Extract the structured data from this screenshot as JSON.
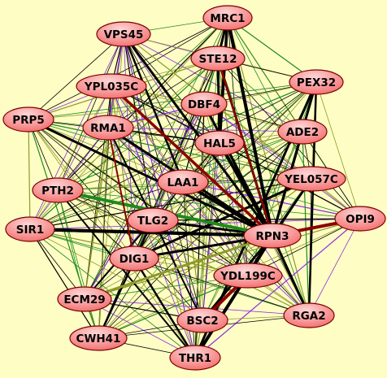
{
  "network": {
    "colors": {
      "background": "#fefec4",
      "node_fill_light": "#ffd6d6",
      "node_fill_dark": "#f26c6c",
      "node_stroke": "#7a0000",
      "edge_black": "#000000",
      "edge_green": "#1d8a1d",
      "edge_darkred": "#8b0000",
      "edge_olive": "#8c9a2a",
      "edge_purple": "#8a2be2"
    },
    "nodes": [
      {
        "id": "MRC1",
        "label": "MRC1"
      },
      {
        "id": "VPS45",
        "label": "VPS45"
      },
      {
        "id": "STE12",
        "label": "STE12"
      },
      {
        "id": "YPL035C",
        "label": "YPL035C"
      },
      {
        "id": "PEX32",
        "label": "PEX32"
      },
      {
        "id": "DBF4",
        "label": "DBF4"
      },
      {
        "id": "PRP5",
        "label": "PRP5"
      },
      {
        "id": "RMA1",
        "label": "RMA1"
      },
      {
        "id": "ADE2",
        "label": "ADE2"
      },
      {
        "id": "HAL5",
        "label": "HAL5"
      },
      {
        "id": "YEL057C",
        "label": "YEL057C"
      },
      {
        "id": "LAA1",
        "label": "LAA1"
      },
      {
        "id": "PTH2",
        "label": "PTH2"
      },
      {
        "id": "OPI9",
        "label": "OPI9"
      },
      {
        "id": "SIR1",
        "label": "SIR1"
      },
      {
        "id": "TLG2",
        "label": "TLG2"
      },
      {
        "id": "RPN3",
        "label": "RPN3"
      },
      {
        "id": "DIG1",
        "label": "DIG1"
      },
      {
        "id": "YDL199C",
        "label": "YDL199C"
      },
      {
        "id": "ECM29",
        "label": "ECM29"
      },
      {
        "id": "RGA2",
        "label": "RGA2"
      },
      {
        "id": "BSC2",
        "label": "BSC2"
      },
      {
        "id": "CWH41",
        "label": "CWH41"
      },
      {
        "id": "THR1",
        "label": "THR1"
      }
    ]
  }
}
